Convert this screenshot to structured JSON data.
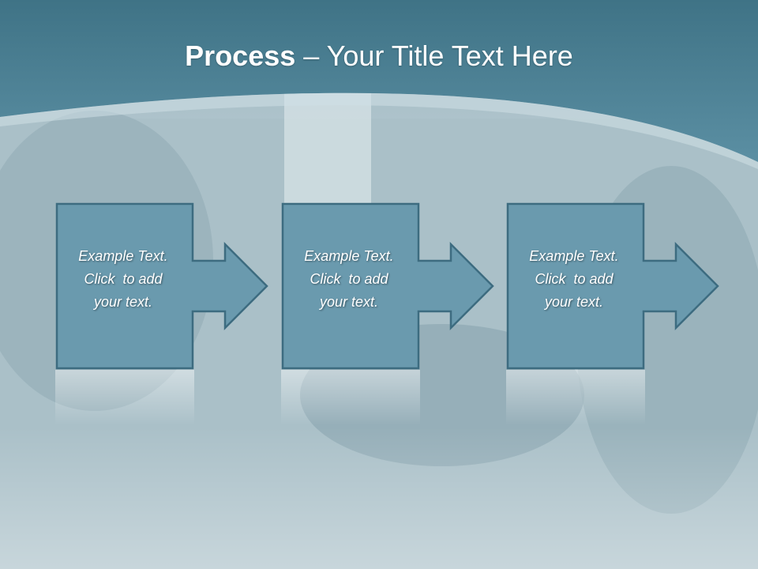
{
  "slide": {
    "title_bold": "Process",
    "title_rest": " – Your Title Text Here",
    "steps": [
      {
        "line1": "Example Text.",
        "line2": "Click  to add",
        "line3": "your text."
      },
      {
        "line1": "Example Text.",
        "line2": "Click  to add",
        "line3": "your text."
      },
      {
        "line1": "Example Text.",
        "line2": "Click  to add",
        "line3": "your text."
      }
    ]
  },
  "colors": {
    "header": "#4b8196",
    "box_fill": "#6a9aae",
    "box_border": "#3d6c80",
    "title_text": "#ffffff"
  }
}
